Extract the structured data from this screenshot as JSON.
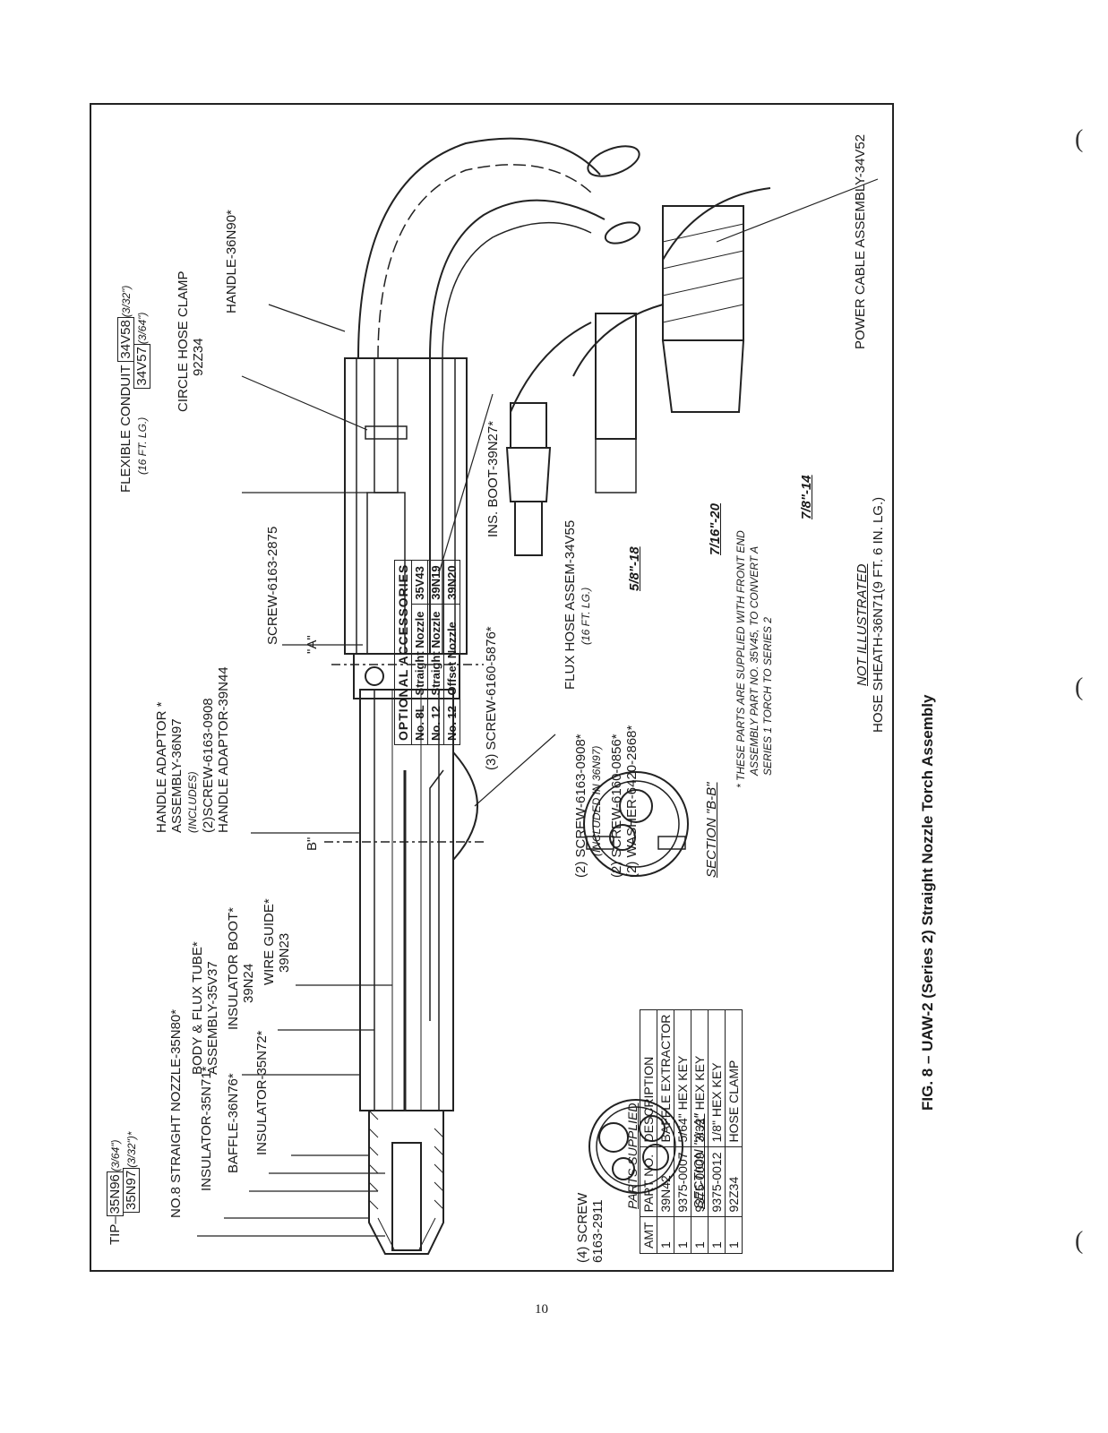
{
  "figure": {
    "caption": "FIG. 8 – UAW-2 (Series 2) Straight Nozzle Torch Assembly"
  },
  "page_number": "10",
  "callouts": {
    "tip": {
      "prefix": "TIP–",
      "p1": "35N96",
      "s1": "(3/64\")",
      "p2": "35N97",
      "s2": "(3/32\")*"
    },
    "nozzle": "NO.8 STRAIGHT NOZZLE-35N80*",
    "insulator1": "INSULATOR-35N71*",
    "baffle": "BAFFLE-36N76*",
    "insulator2": "INSULATOR-35N72*",
    "body_line1": "BODY & FLUX TUBE*",
    "body_line2": "ASSEMBLY-35V37",
    "boot_line1": "INSULATOR BOOT*",
    "boot_line2": "39N24",
    "guide_line1": "WIRE GUIDE*",
    "guide_line2": "39N23",
    "handle_adaptor_line1": "HANDLE ADAPTOR *",
    "handle_adaptor_line2": "ASSEMBLY-36N97",
    "handle_adaptor_line3": "(INCLUDES)",
    "handle_adaptor_line4": "(2)SCREW-6163-0908",
    "handle_adaptor_line5": "HANDLE ADAPTOR-39N44",
    "screw_2875": "SCREW-6163-2875",
    "flex_line1": "FLEXIBLE CONDUIT",
    "flex_line2": "(16 FT. LG.)",
    "flex_p1": "34V58",
    "flex_s1": "(3/32\")",
    "flex_p2": "34V57",
    "flex_s2": "(3/64\")",
    "clamp_line1": "CIRCLE HOSE CLAMP",
    "clamp_line2": "92Z34",
    "handle": "HANDLE-36N90*",
    "screw_5876": "(3) SCREW-6160-5876*",
    "ins_boot": "INS. BOOT-39N27*",
    "flux_hose_line1": "FLUX HOSE ASSEM-34V55",
    "flux_hose_line2": "(16 FT. LG.)",
    "thread_58": "5/8\"-18",
    "thread_716": "7/16\"-20",
    "thread_78": "7/8\"-14",
    "power_cable": "POWER CABLE ASSEMBLY-34V52",
    "not_illustrated": "NOT ILLUSTRATED",
    "hose_sheath_prefix": "HOSE",
    "hose_sheath": "SHEATH-36N71(9 FT. 6 IN. LG.)",
    "screw_2911_line1": "(4) SCREW",
    "screw_2911_line2": "6163-2911",
    "screw_0908_line1": "(2) SCREW-6163-0908*",
    "screw_0908_line2": "(INCLUDED IN 36N97)",
    "screw_0856": "(2) SCREW-6160-0856*",
    "washer_2868": "(2) WASHER-6420-2868*",
    "section_aa": "SECTION \"A-A\"",
    "section_bb": "SECTION \"B-B\"",
    "sec_mark_a": "\"A\"",
    "sec_mark_b": "B\"",
    "footnote_line1": "* THESE PARTS ARE SUPPLIED WITH FRONT END",
    "footnote_line2": "ASSEMBLY PART NO. 35V45, TO CONVERT A",
    "footnote_line3": "SERIES 1 TORCH TO SERIES 2"
  },
  "parts_supplied": {
    "title": "PARTS SUPPLIED",
    "headers": [
      "AMT",
      "PART NO.",
      "DESCRIPTION"
    ],
    "rows": [
      [
        "1",
        "39N42",
        "BAFFLE EXTRACTOR"
      ],
      [
        "1",
        "9375-0007",
        "5/64\" HEX KEY"
      ],
      [
        "1",
        "9375-0009",
        "3/32\" HEX KEY"
      ],
      [
        "1",
        "9375-0012",
        "1/8\" HEX KEY"
      ],
      [
        "1",
        "92Z34",
        "HOSE CLAMP"
      ]
    ]
  },
  "optional_accessories": {
    "title": "OPTIONAL ACCESSORIES",
    "rows": [
      [
        "No. 8L",
        "Straight Nozzle",
        "35V43"
      ],
      [
        "No. 12",
        "Straight Nozzle",
        "39N19"
      ],
      [
        "No. 12",
        "Offset Nozzle",
        "39N20"
      ]
    ]
  }
}
